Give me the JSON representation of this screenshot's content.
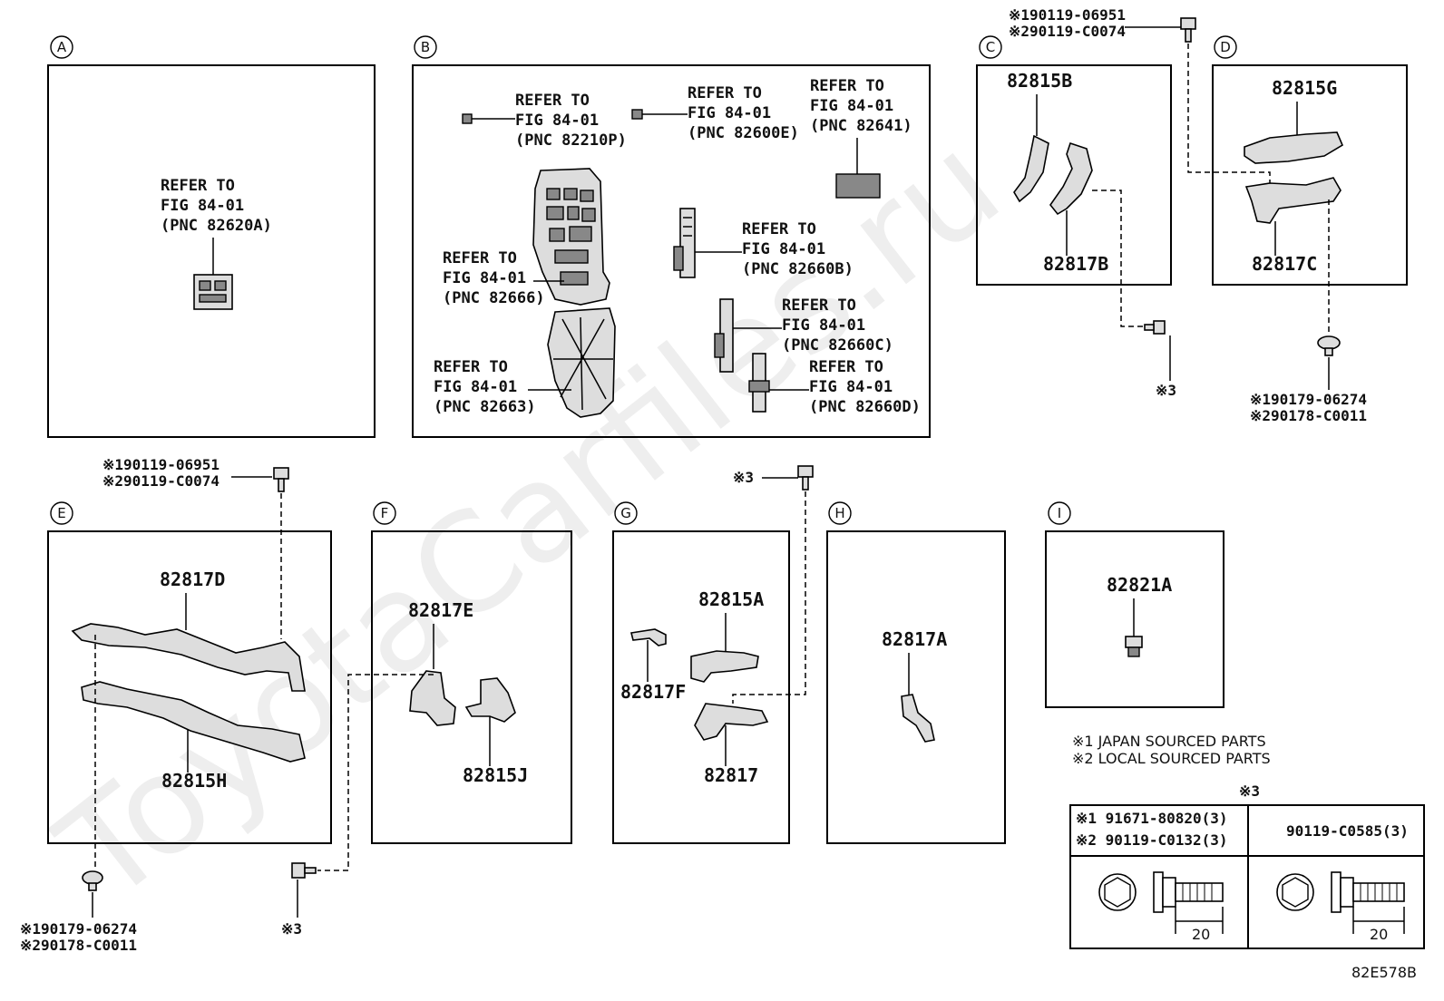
{
  "watermark": "ToyotaCarfiles.ru",
  "diagram_code": "82E578B",
  "sections": {
    "A": {
      "letter": "A",
      "ref": [
        "REFER TO",
        "FIG 84-01",
        "(PNC 82620A)"
      ]
    },
    "B": {
      "letter": "B",
      "refs": [
        [
          "REFER TO",
          "FIG 84-01",
          "(PNC 82210P)"
        ],
        [
          "REFER TO",
          "FIG 84-01",
          "(PNC 82600E)"
        ],
        [
          "REFER TO",
          "FIG 84-01",
          "(PNC 82641)"
        ],
        [
          "REFER TO",
          "FIG 84-01",
          "(PNC 82660B)"
        ],
        [
          "REFER TO",
          "FIG 84-01",
          "(PNC 82666)"
        ],
        [
          "REFER TO",
          "FIG 84-01",
          "(PNC 82660C)"
        ],
        [
          "REFER TO",
          "FIG 84-01",
          "(PNC 82660D)"
        ],
        [
          "REFER TO",
          "FIG 84-01",
          "(PNC 82663)"
        ]
      ]
    },
    "C": {
      "letter": "C",
      "parts": [
        "82815B",
        "82817B"
      ]
    },
    "D": {
      "letter": "D",
      "parts": [
        "82815G",
        "82817C"
      ]
    },
    "E": {
      "letter": "E",
      "parts": [
        "82817D",
        "82815H"
      ]
    },
    "F": {
      "letter": "F",
      "parts": [
        "82817E",
        "82815J"
      ]
    },
    "G": {
      "letter": "G",
      "parts": [
        "82815A",
        "82817F",
        "82817"
      ]
    },
    "H": {
      "letter": "H",
      "parts": [
        "82817A"
      ]
    },
    "I": {
      "letter": "I",
      "parts": [
        "82821A"
      ]
    }
  },
  "fastener_notes": {
    "bolt_top": [
      "※190119-06951",
      "※290119-C0074"
    ],
    "clip_d": [
      "※190179-06274",
      "※290178-C0011"
    ],
    "bolt_e": [
      "※190119-06951",
      "※290119-C0074"
    ],
    "clip_e": [
      "※190179-06274",
      "※290178-C0011"
    ],
    "ref3": "※3"
  },
  "legend": {
    "lines": [
      "※1 JAPAN SOURCED PARTS",
      "※2 LOCAL SOURCED PARTS"
    ],
    "table_title": "※3",
    "col1": [
      "※1 91671-80820(3)",
      "※2 90119-C0132(3)"
    ],
    "col2": "90119-C0585(3)",
    "dim1": "20",
    "dim2": "20"
  }
}
